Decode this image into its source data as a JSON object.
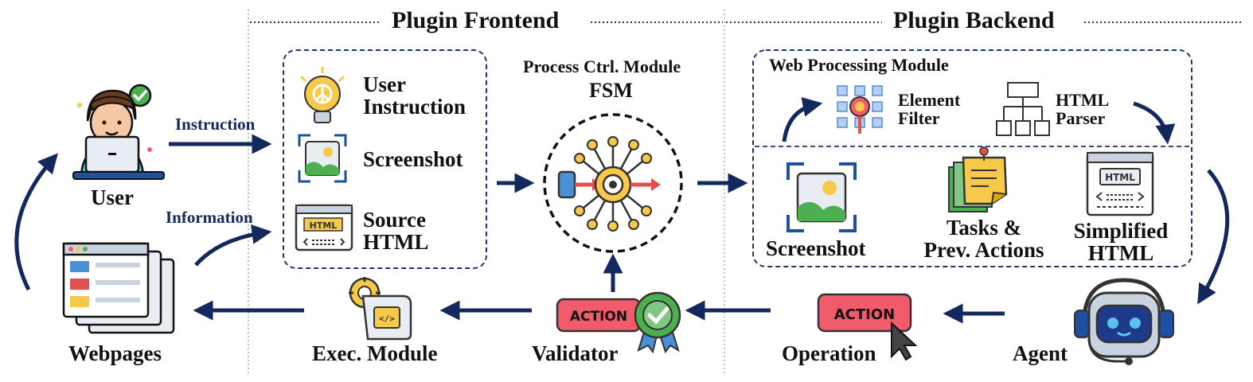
{
  "headers": {
    "frontend": "Plugin Frontend",
    "backend": "Plugin Backend"
  },
  "user": {
    "label": "User"
  },
  "webpages": {
    "label": "Webpages"
  },
  "flows": {
    "instruction": "Instruction",
    "information": "Information"
  },
  "frontend_inputs": {
    "user_instruction_l1": "User",
    "user_instruction_l2": "Instruction",
    "screenshot": "Screenshot",
    "source_html_l1": "Source",
    "source_html_l2": "HTML"
  },
  "process_ctrl": {
    "title": "Process Ctrl. Module",
    "subtitle": "FSM"
  },
  "web_processing": {
    "title": "Web Processing Module",
    "element_filter_l1": "Element",
    "element_filter_l2": "Filter",
    "html_parser_l1": "HTML",
    "html_parser_l2": "Parser",
    "screenshot": "Screenshot",
    "tasks_l1": "Tasks &",
    "tasks_l2": "Prev. Actions",
    "simplified_l1": "Simplified",
    "simplified_l2": "HTML"
  },
  "bottom": {
    "exec_module": "Exec. Module",
    "validator": "Validator",
    "operation": "Operation",
    "agent": "Agent",
    "action_badge": "ACTION",
    "html_badge": "HTML"
  },
  "colors": {
    "arrow": "#13285e",
    "action_red": "#f25b6b",
    "dashed": "#1f3466",
    "bulb": "#f7c948",
    "green_badge": "#4caf50"
  }
}
